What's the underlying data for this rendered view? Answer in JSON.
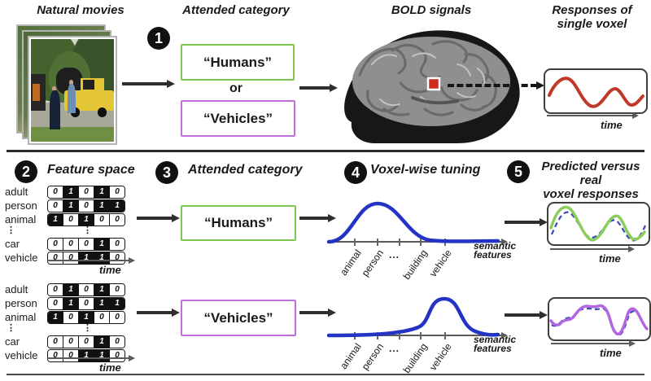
{
  "steps": {
    "one": "1",
    "two": "2",
    "three": "3",
    "four": "4",
    "five": "5"
  },
  "labels": {
    "natural_movies": "Natural movies",
    "attended_category": "Attended category",
    "bold_signals": "BOLD signals",
    "responses_line1": "Responses of",
    "responses_line2": "single voxel",
    "feature_space": "Feature space",
    "voxel_tuning": "Voxel-wise tuning",
    "predicted_line1": "Predicted versus real",
    "predicted_line2": "voxel responses",
    "humans": "“Humans”",
    "or": "or",
    "vehicles": "“Vehicles”",
    "time": "time",
    "semantic_line1": "semantic",
    "semantic_line2": "features",
    "ellipsis_v": "⋮",
    "ellipsis_h": "..."
  },
  "feature_matrix": {
    "rows": [
      {
        "label": "adult",
        "values": [
          "0",
          "1",
          "0",
          "1",
          "0"
        ]
      },
      {
        "label": "person",
        "values": [
          "0",
          "1",
          "0",
          "1",
          "1"
        ]
      },
      {
        "label": "animal",
        "values": [
          "1",
          "0",
          "1",
          "0",
          "0"
        ]
      },
      {
        "label": "car",
        "values": [
          "0",
          "0",
          "0",
          "1",
          "0"
        ]
      },
      {
        "label": "vehicle",
        "values": [
          "0",
          "0",
          "1",
          "1",
          "0"
        ]
      }
    ]
  },
  "tuning": {
    "ticks": [
      "animal",
      "person",
      "...",
      "building",
      "vehicle"
    ],
    "humans_curve_peak": "person",
    "vehicles_curve_peak": "vehicle"
  },
  "colors": {
    "humans_accent": "#7cc84e",
    "vehicles_accent": "#bf6fd9",
    "tuning_curve": "#2334c4",
    "real_response_red": "#c0392b",
    "predicted_green": "#8bcd5a",
    "predicted_purple": "#b266e0",
    "dashed_blue": "#3a49b8",
    "voxel_marker": "#cc2a1f"
  }
}
